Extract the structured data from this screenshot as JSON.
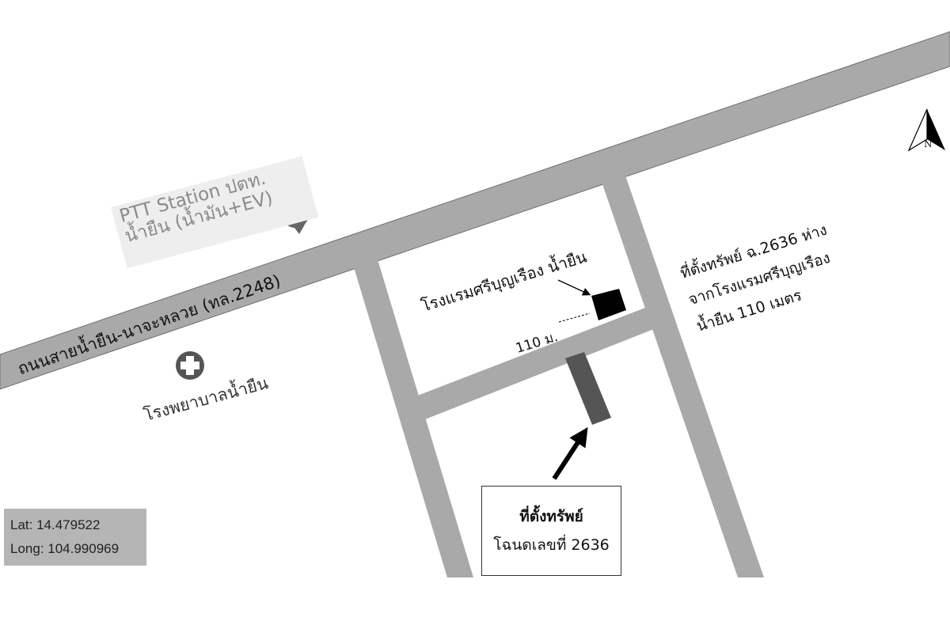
{
  "map": {
    "main_road_label": "ถนนสายน้ำยืน-นาจะหลวย (ทล.2248)",
    "gas_station": {
      "line1": "PTT Station ปตท.",
      "line2": "น้ำยืน (น้ำมัน+EV)",
      "icon": "gas-pump-pin-icon"
    },
    "hospital": {
      "label": "โรงพยาบาลน้ำยืน",
      "icon": "hospital-cross-icon"
    },
    "hotel_label": "โรงแรมศรีบุญเรือง น้ำยืน",
    "distance_label": "110 ม.",
    "note": {
      "line1": "ที่ตั้งทรัพย์ ฉ.2636 ห่าง",
      "line2": "จากโรงแรมศรีบุญเรือง",
      "line3": "น้ำยืน 110 เมตร"
    },
    "property_box": {
      "line1": "ที่ตั้งทรัพย์",
      "line2": "โฉนดเลขที่ 2636"
    },
    "coordinates": {
      "lat": "Lat: 14.479522",
      "long": "Long: 104.990969"
    },
    "north_label": "N",
    "colors": {
      "road": "#a9a9a9",
      "road_stroke": "#777777",
      "property": "#555555",
      "hotel": "#000000"
    }
  }
}
